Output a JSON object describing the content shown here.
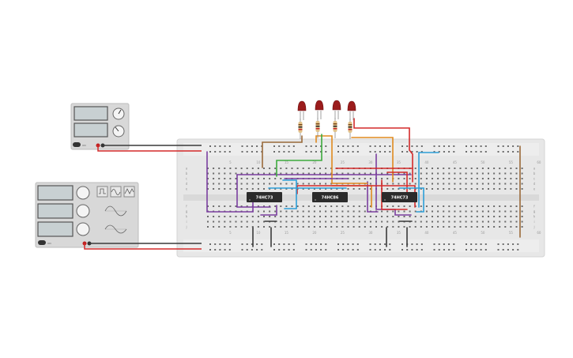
{
  "breadboard": {
    "column_numbers": [
      "5",
      "10",
      "15",
      "20",
      "25",
      "30",
      "35",
      "40",
      "45",
      "50",
      "55",
      "60"
    ],
    "row_letters_top": [
      "a",
      "b",
      "c",
      "d",
      "e"
    ],
    "row_letters_bottom": [
      "f",
      "g",
      "h",
      "i",
      "j"
    ]
  },
  "chips": [
    {
      "label": "74HC73"
    },
    {
      "label": "74HC86"
    },
    {
      "label": "74HC73"
    }
  ],
  "power_supply": {
    "switch_label": "ON"
  },
  "function_generator": {
    "switch_label": "ON"
  },
  "leds": {
    "count": 4,
    "color": "#9b1c1c"
  },
  "colors": {
    "wire_red": "#d42a2a",
    "wire_black": "#3a3a3a",
    "wire_purple": "#7b3fa0",
    "wire_orange": "#e08a1e",
    "wire_green": "#3daa3d",
    "wire_blue": "#2d9fd8",
    "wire_brown": "#9a6a3a",
    "chip_body": "#2b2b2b",
    "breadboard": "#e6e6e6"
  }
}
